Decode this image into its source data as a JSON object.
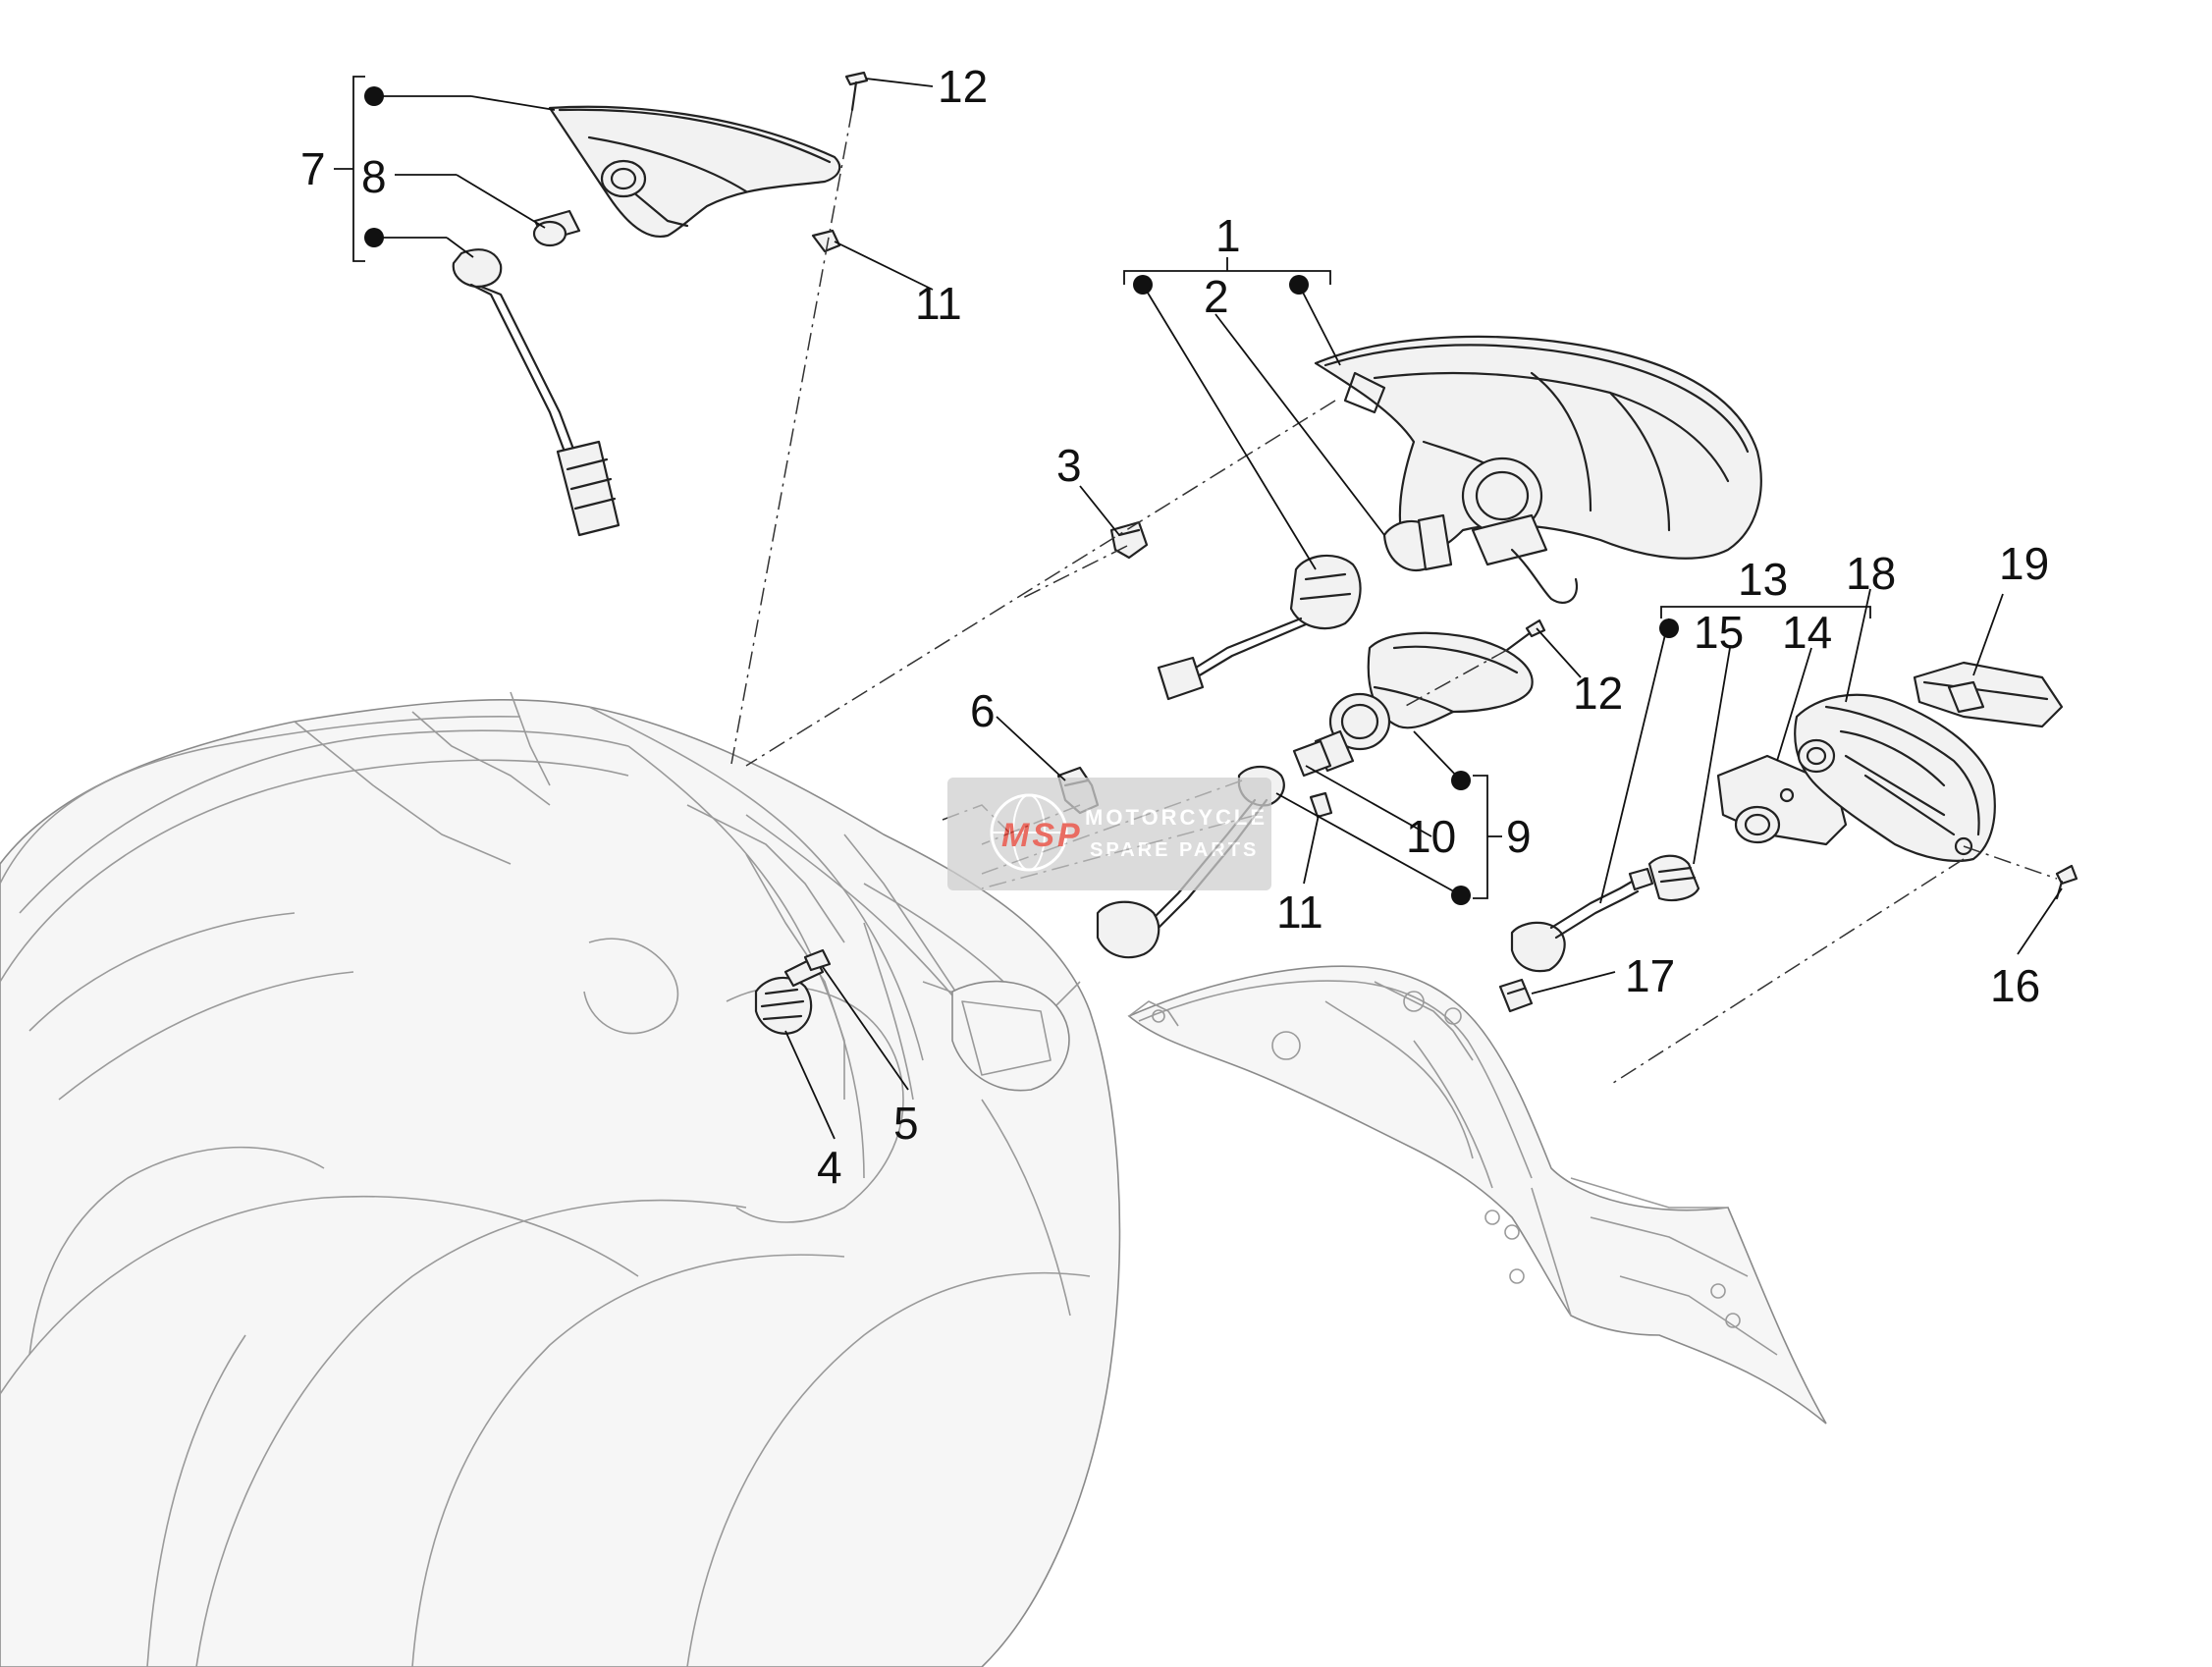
{
  "watermark": {
    "brand_line1": "MOTORCYCLE",
    "brand_line2": "SPARE PARTS",
    "logo_text": "MSP"
  },
  "callouts": {
    "c1": "1",
    "c2": "2",
    "c3": "3",
    "c4": "4",
    "c5": "5",
    "c6": "6",
    "c7": "7",
    "c8": "8",
    "c9": "9",
    "c10": "10",
    "c11a": "11",
    "c11b": "11",
    "c12a": "12",
    "c12b": "12",
    "c13": "13",
    "c14": "14",
    "c15": "15",
    "c16": "16",
    "c17": "17",
    "c18": "18",
    "c19": "19"
  },
  "colors": {
    "line": "#222222",
    "watermark_bg": "#c8c8c8",
    "watermark_accent": "#e23b2e"
  }
}
